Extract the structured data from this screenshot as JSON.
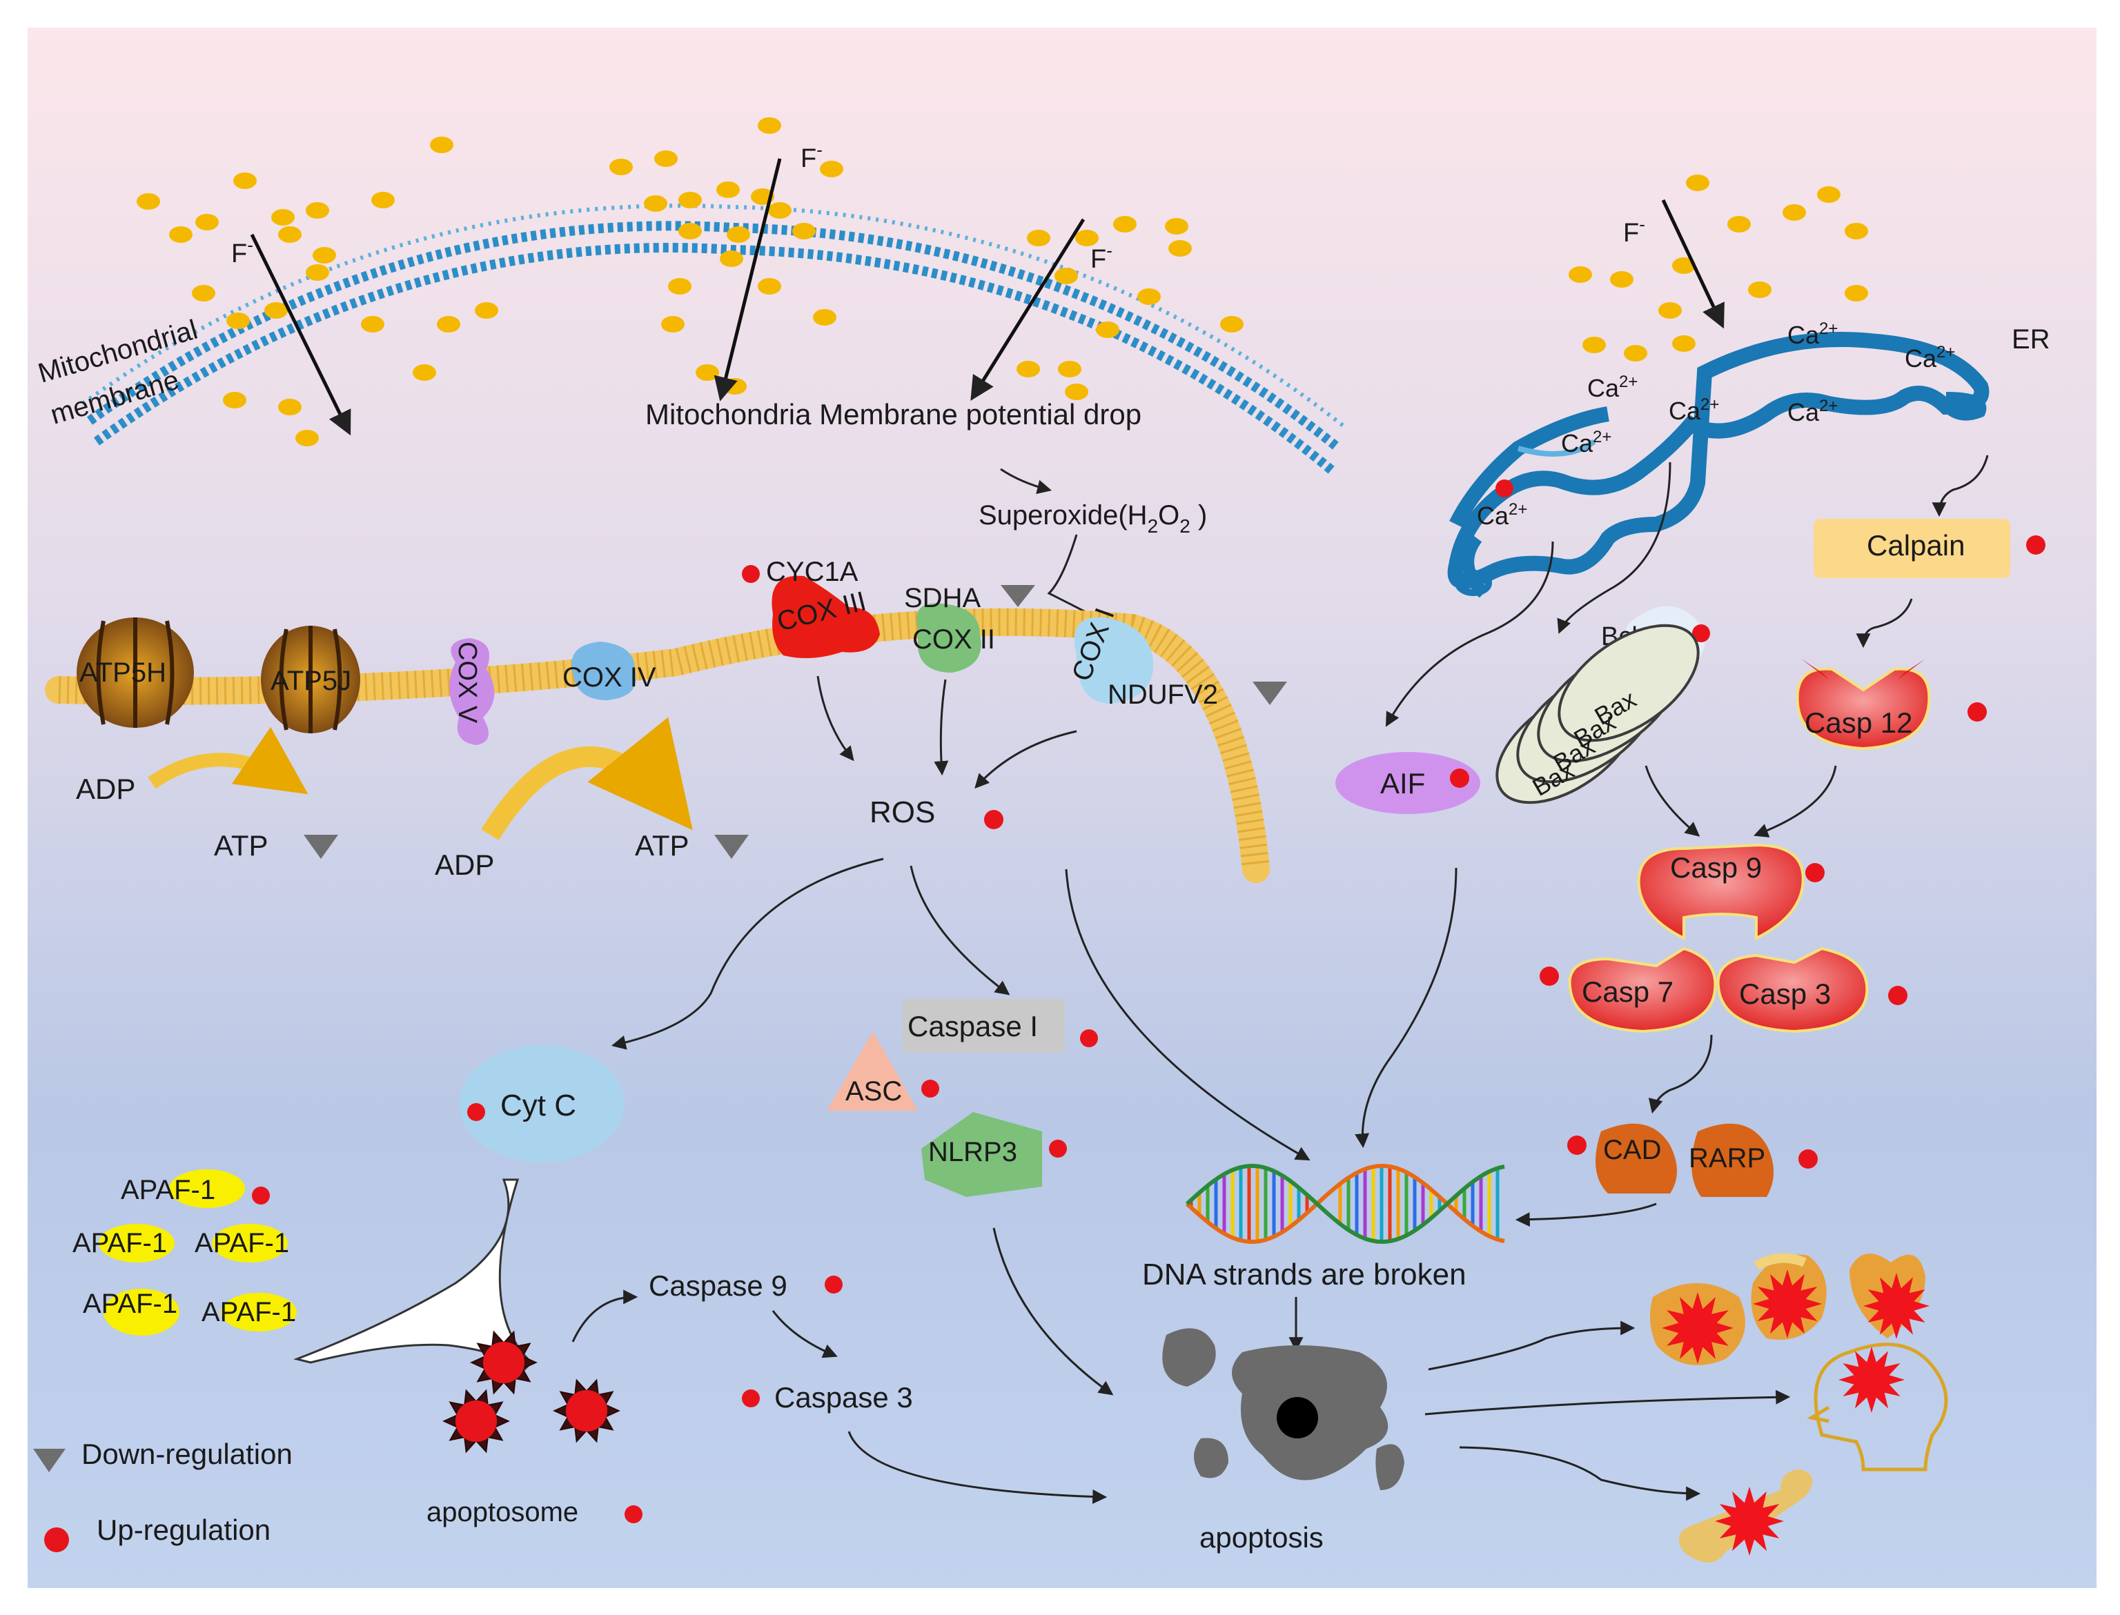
{
  "membrane": {
    "f_ion": "F",
    "f_sup": "-",
    "mito_membrane_line1": "Mitochondrial",
    "mito_membrane_line2": "membrane",
    "potential_drop": "Mitochondria Membrane potential drop",
    "superoxide_main": "Superoxide(H",
    "superoxide_sub": "2",
    "superoxide_mid": "O",
    "superoxide_sub2": "2",
    "superoxide_end": " )"
  },
  "etc": {
    "atp5h": "ATP5H",
    "atp5j": "ATP5J",
    "cox_v": "COX V",
    "cox_iv": "COX IV",
    "cyc1a": "CYC1A",
    "cox_iii": "COX III",
    "sdha": "SDHA",
    "cox_ii": "COX II",
    "cox_i": "COX I",
    "ndufv2": "NDUFV2",
    "adp": "ADP",
    "atp": "ATP",
    "ros": "ROS"
  },
  "er": {
    "label": "ER",
    "ca": "Ca",
    "ca_sup": "2+",
    "calpain": "Calpain",
    "bcl2": "Bcl-2",
    "bax": "Bax",
    "aif": "AIF",
    "casp12": "Casp 12",
    "casp9": "Casp 9",
    "casp7": "Casp 7",
    "casp3": "Casp 3",
    "cad": "CAD",
    "rarp": "RARP"
  },
  "inflammasome": {
    "caspase1": "Caspase I",
    "asc": "ASC",
    "nlrp3": "NLRP3"
  },
  "apoptosome_path": {
    "cytc": "Cyt C",
    "apaf": "APAF-1",
    "apoptosome": "apoptosome",
    "caspase9": "Caspase 9",
    "caspase3": "Caspase 3"
  },
  "outcome": {
    "dna": "DNA strands are broken",
    "apoptosis": "apoptosis"
  },
  "legend": {
    "down": "Down-regulation",
    "up": "Up-regulation"
  },
  "colors": {
    "ion": "#f5b800",
    "up": "#e8141c",
    "down": "#6e6e6e",
    "er": "#1a78b4",
    "membrane_bead": "#f2c55a"
  }
}
